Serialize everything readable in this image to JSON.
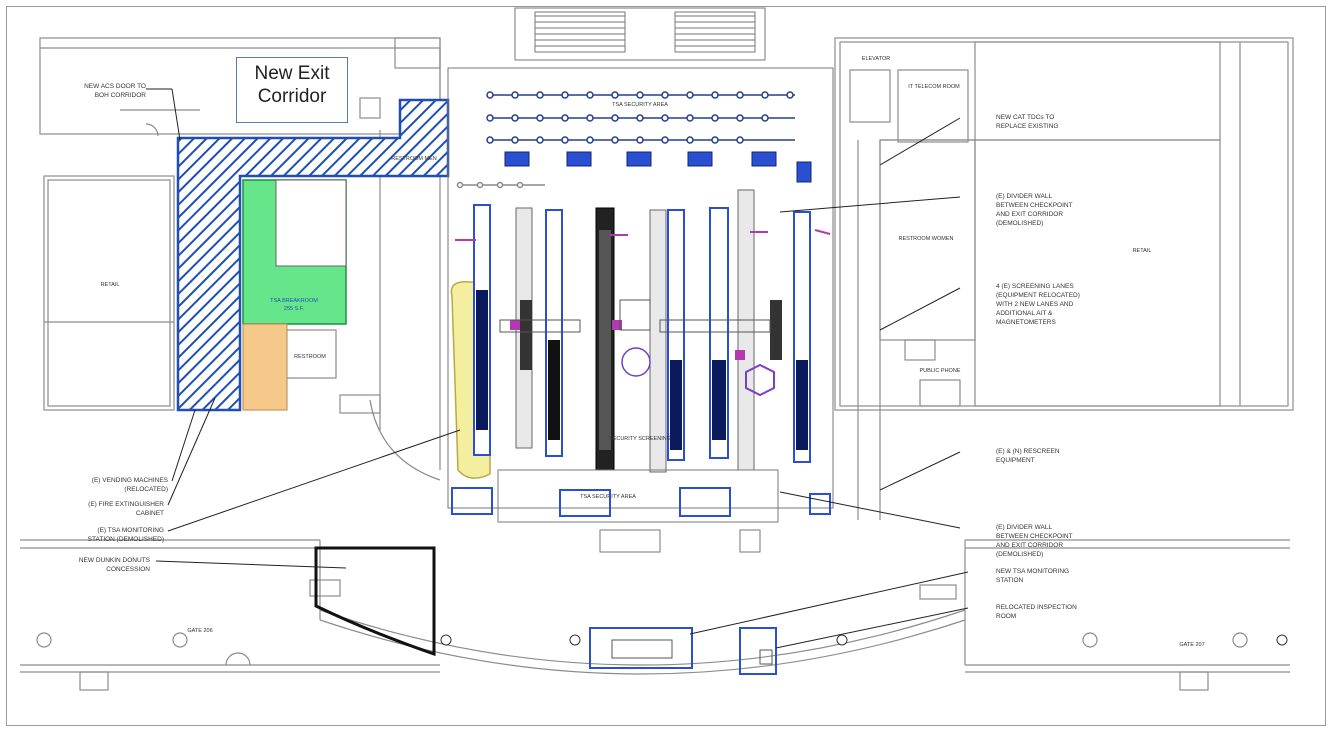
{
  "callout": {
    "line1": "New Exit",
    "line2": "Corridor"
  },
  "annotations_left": {
    "acs_door_1": "NEW ACS DOOR TO",
    "acs_door_2": "BOH CORRIDOR",
    "vending_1": "(E) VENDING MACHINES",
    "vending_2": "(RELOCATED)",
    "fire_1": "(E) FIRE EXTINGUISHER",
    "fire_2": "CABINET",
    "tsa_mon_1": "(E) TSA MONITORING",
    "tsa_mon_2": "STATION (DEMOLISHED)",
    "dunkin_1": "NEW DUNKIN DONUTS",
    "dunkin_2": "CONCESSION"
  },
  "annotations_right": {
    "tdc_1": "NEW CAT TDCs TO",
    "tdc_2": "REPLACE EXISTING",
    "divider1_1": "(E) DIVIDER WALL",
    "divider1_2": "BETWEEN CHECKPOINT",
    "divider1_3": "AND EXIT CORRIDOR",
    "divider1_4": "(DEMOLISHED)",
    "lanes_1": "4 (E) SCREENING LANES",
    "lanes_2": "(EQUIPMENT RELOCATED)",
    "lanes_3": "WITH 2 NEW LANES AND",
    "lanes_4": "ADDITIONAL AIT &",
    "lanes_5": "MAGNETOMETERS",
    "rescreen_1": "(E) & (N) RESCREEN",
    "rescreen_2": "EQUIPMENT",
    "divider2_1": "(E) DIVIDER WALL",
    "divider2_2": "BETWEEN CHECKPOINT",
    "divider2_3": "AND EXIT CORRIDOR",
    "divider2_4": "(DEMOLISHED)",
    "newtsa_1": "NEW TSA MONITORING",
    "newtsa_2": "STATION",
    "inspect_1": "RELOCATED INSPECTION",
    "inspect_2": "ROOM"
  },
  "plan_labels": {
    "tsa_area_top": "TSA SECURITY AREA",
    "tsa_area_bottom": "TSA SECURITY AREA",
    "breakroom_1": "TSA BREAKROOM",
    "breakroom_2": "255 S.F.",
    "restroom_men": "RESTROOM MEN",
    "restroom_women": "RESTROOM WOMEN",
    "restroom": "RESTROOM",
    "gate_206": "GATE 206",
    "gate_207": "GATE 207",
    "elevator": "ELEVATOR",
    "it_telecom": "IT TELECOM ROOM",
    "public_phone": "PUBLIC PHONE",
    "retail": "RETAIL",
    "security": "SECURITY SCREENING"
  },
  "colors": {
    "hatch": "#1f4fb5",
    "breakroom": "#66e68a",
    "vending": "#f5c98a",
    "monitoring": "#f3ef9e",
    "equipment": "#2a4fd1",
    "dunkin": "#111111"
  }
}
